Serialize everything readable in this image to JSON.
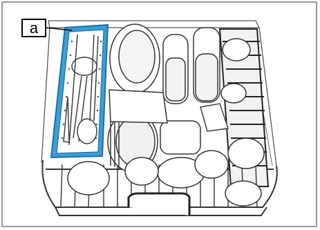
{
  "callout": {
    "label": "a"
  },
  "colors": {
    "cutlery_tray": "#3a9fd6",
    "cutlery_tray_dark": "#1f6fa6",
    "rack_wire": "#444444",
    "frame_border": "#9a9a9a",
    "dish_fill": "#ffffff",
    "dish_shade": "#e6e6e6"
  },
  "icons": [
    "callout-label",
    "dishwasher-upper-rack",
    "cutlery-tray"
  ]
}
